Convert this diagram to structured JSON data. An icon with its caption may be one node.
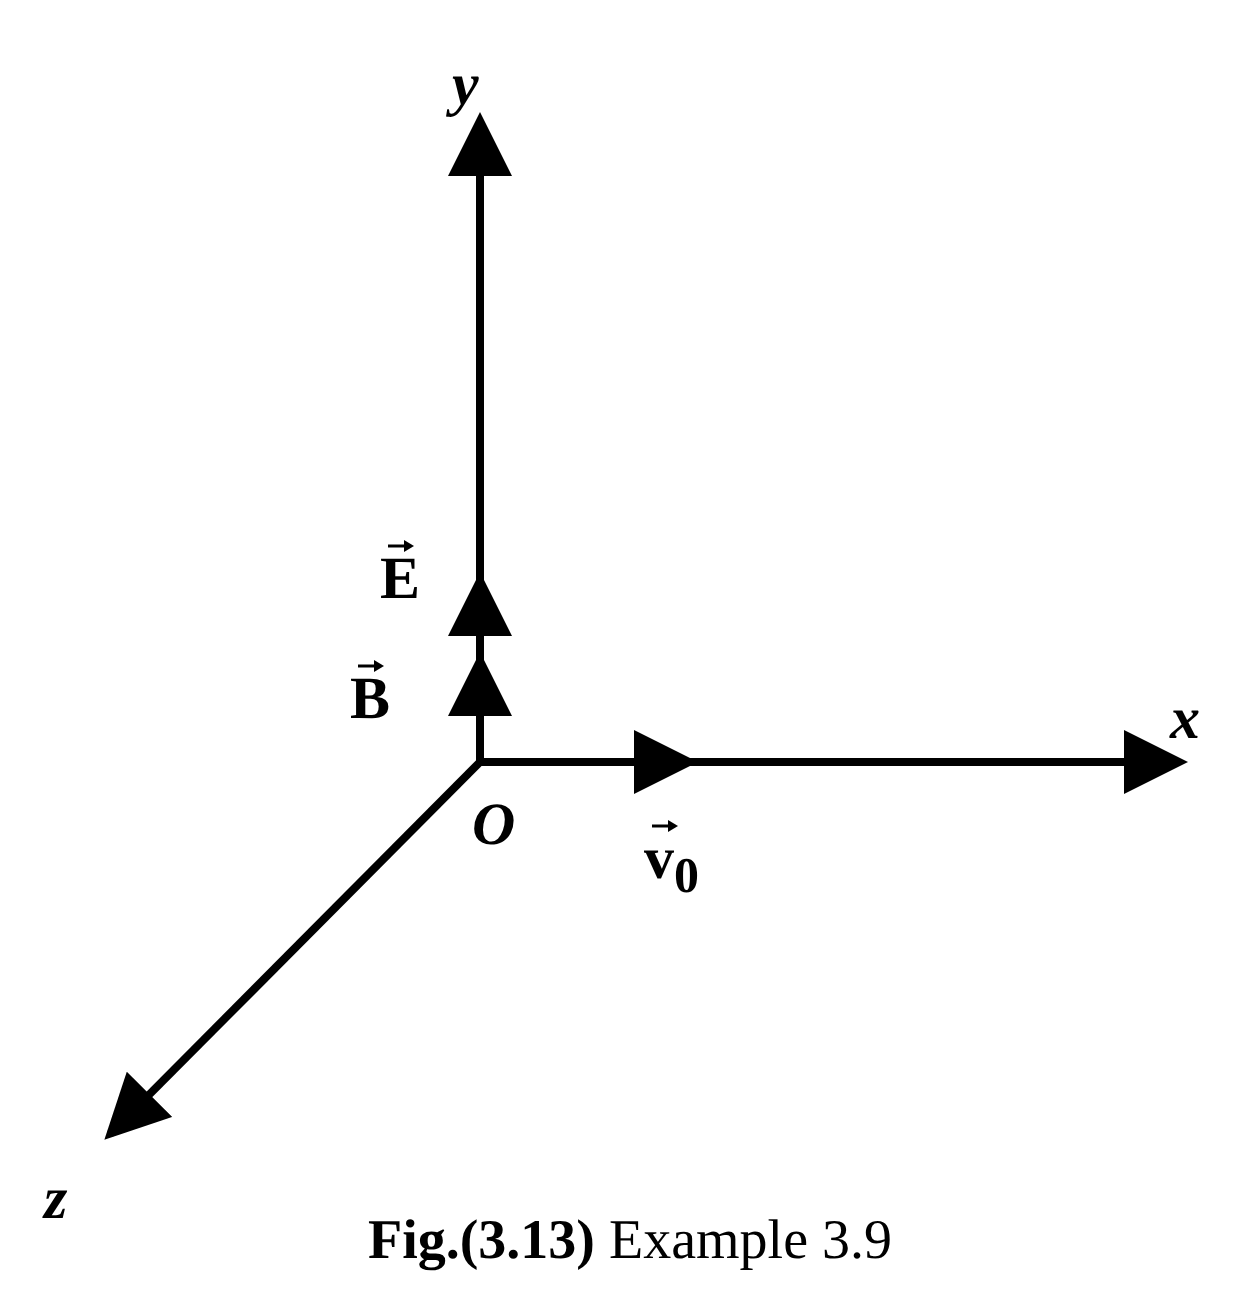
{
  "diagram": {
    "caption": "**Fig.(3.13)** Example 3.9",
    "labels": [
      "y",
      "E",
      "B",
      "x",
      "O",
      "v$_{0}$",
      "z"
    ]
  }
}
